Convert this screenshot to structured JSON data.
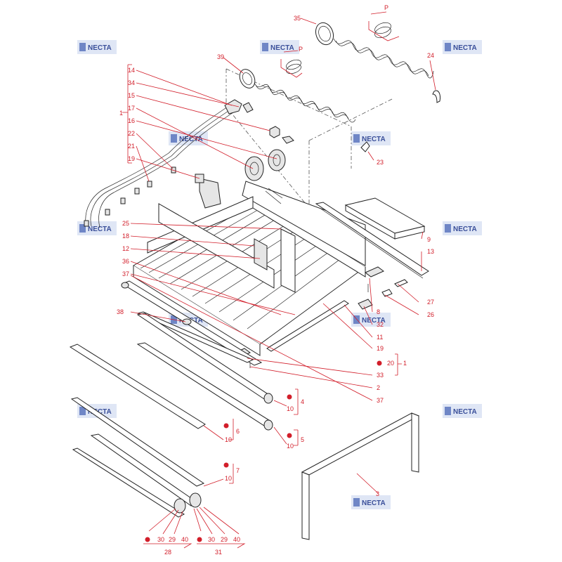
{
  "watermark": {
    "text": "NECTA"
  },
  "labels": {
    "l35": "35",
    "lP1": "P",
    "lP2": "P",
    "l24": "24",
    "l39": "39",
    "l14": "14",
    "l34": "34",
    "l15": "15",
    "l17": "17",
    "l16": "16",
    "l22": "22",
    "l21": "21",
    "l19a": "19",
    "l1a": "1",
    "l23": "23",
    "l25": "25",
    "l18": "18",
    "l12": "12",
    "l36": "36",
    "l37a": "37",
    "l38": "38",
    "l9": "9",
    "l13": "13",
    "l27": "27",
    "l26": "26",
    "l8": "8",
    "l32": "32",
    "l11": "11",
    "l19b": "19",
    "l33": "33",
    "l20": "20",
    "l1b": "1",
    "l2": "2",
    "l37b": "37",
    "l10a": "10",
    "l4": "4",
    "l10b": "10",
    "l5": "5",
    "l6": "6",
    "l10c": "10",
    "l7": "7",
    "l10d": "10",
    "l3": "3",
    "l30a": "30",
    "l29a": "29",
    "l40a": "40",
    "l30b": "30",
    "l29b": "29",
    "l40b": "40",
    "l28": "28",
    "l31": "31"
  }
}
